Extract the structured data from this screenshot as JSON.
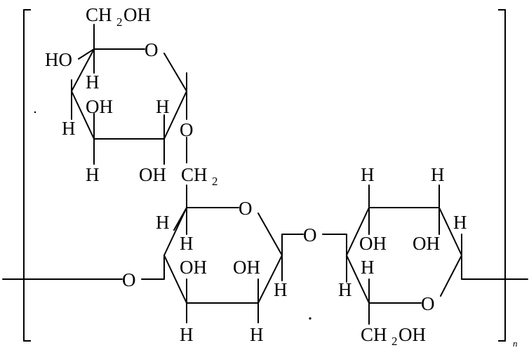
{
  "diagram": {
    "labels": {
      "ch2oh": "CH",
      "ch2": "CH",
      "two": "2",
      "oh": "OH",
      "ho": "HO",
      "h": "H",
      "o": "O",
      "n": "n"
    }
  }
}
